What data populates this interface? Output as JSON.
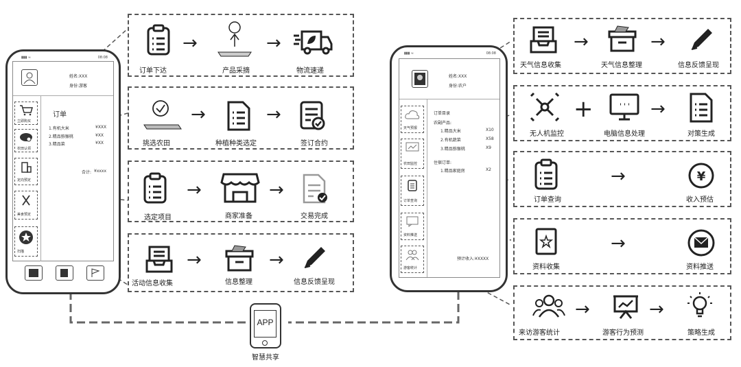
{
  "left_phone": {
    "status": "08:08",
    "profile": {
      "name": "姓名:XXX",
      "identity": "身份:游客"
    },
    "side_menu": [
      "立即购买",
      "农田认领",
      "定向预定",
      "美食预定",
      "扫描"
    ],
    "order": {
      "title": "订单",
      "items": [
        {
          "name": "1.有机大米",
          "price": "¥XXX"
        },
        {
          "name": "2.精品猕猴桃",
          "price": "¥XX"
        },
        {
          "name": "3.精品菜",
          "price": "¥XX"
        }
      ],
      "total_label": "合计:",
      "total_value": "¥xxxx"
    }
  },
  "right_phone": {
    "status": "08:08",
    "profile": {
      "name": "姓名:XXX",
      "identity": "身份:农户"
    },
    "side_menu": [
      "天气预报",
      "农田监控",
      "订单查询",
      "资料推送",
      "游客统计"
    ],
    "order": {
      "title": "订单目录",
      "section1": "农副产品:",
      "items1": [
        {
          "name": "1.精品大米",
          "qty": "X10"
        },
        {
          "name": "2.有机蔬菜",
          "qty": "X58"
        },
        {
          "name": "3.精品猕猴桃",
          "qty": "X9"
        }
      ],
      "section2": "住宿订单:",
      "items2": [
        {
          "name": "1.精品家庭房",
          "qty": "X2"
        }
      ],
      "estimate": "预计收入:¥XXXX"
    }
  },
  "left_flows": [
    [
      "订单下达",
      "产品采摘",
      "物流速递"
    ],
    [
      "挑选农田",
      "种植种类选定",
      "签订合约"
    ],
    [
      "选定项目",
      "商家准备",
      "交易完成"
    ],
    [
      "活动信息收集",
      "信息整理",
      "信息反馈呈现"
    ]
  ],
  "right_flows": [
    [
      "天气信息收集",
      "天气信息整理",
      "信息反馈呈现"
    ],
    [
      "无人机监控",
      "电脑信息处理",
      "对策生成"
    ],
    [
      "订单查询",
      "收入预估"
    ],
    [
      "资料收集",
      "资料推送"
    ],
    [
      "来访游客统计",
      "游客行为预测",
      "策略生成"
    ]
  ],
  "app": {
    "badge": "APP",
    "caption": "智慧共享"
  },
  "arrow_glyph": "→",
  "plus_glyph": "+"
}
